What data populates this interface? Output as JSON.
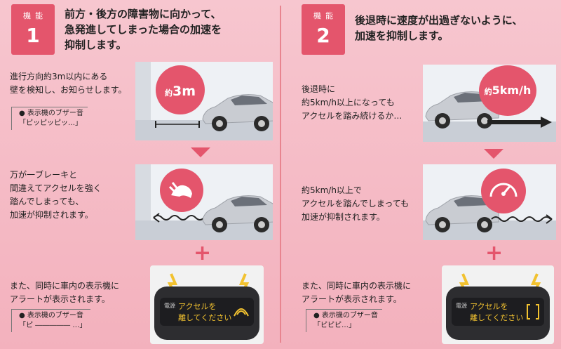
{
  "colors": {
    "accent": "#e4556c",
    "bg": "#f5bcc7"
  },
  "panel1": {
    "badge_label": "機能",
    "badge_num": "1",
    "heading": "前方・後方の障害物に向かって、\n急発進してしまった場合の加速を\n抑制します。",
    "step1_text": "進行方向約3m以内にある\n壁を検知し、お知らせします。",
    "step1_buzzer": "● 表示機のブザー音\n「ピッピッピッ…」",
    "step1_bubble_prefix": "約",
    "step1_bubble_value": "3m",
    "step2_text": "万が一ブレーキと\n間違えてアクセルを強く\n踏んでしまっても、\n加速が抑制されます。",
    "step3_text": "また、同時に車内の表示機に\nアラートが表示されます。",
    "step3_buzzer": "● 表示機のブザー音\n「ピ ――――― …」",
    "display_label": "電源",
    "display_msg1": "アクセルを",
    "display_msg2": "離してください"
  },
  "panel2": {
    "badge_label": "機能",
    "badge_num": "2",
    "heading": "後退時に速度が出過ぎないように、\n加速を抑制します。",
    "step1_text": "後退時に\n約5km/h以上になっても\nアクセルを踏み続けるか…",
    "step1_bubble_prefix": "約",
    "step1_bubble_value": "5km/h",
    "step2_text": "約5km/h以上で\nアクセルを踏んでしまっても\n加速が抑制されます。",
    "step3_text": "また、同時に車内の表示機に\nアラートが表示されます。",
    "step3_buzzer": "● 表示機のブザー音\n「ピピピ…」",
    "display_label": "電源",
    "display_msg1": "アクセルを",
    "display_msg2": "離してください"
  }
}
